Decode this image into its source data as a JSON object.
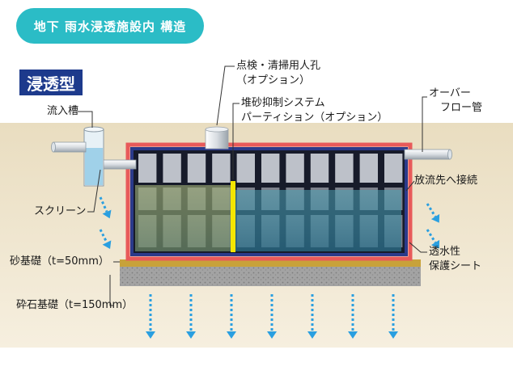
{
  "header": {
    "title": "地下 雨水浸透施設内 構造"
  },
  "badge": {
    "type_label": "浸透型"
  },
  "labels": {
    "inflow_tank": "流入槽",
    "inspection_hole_line1": "点検・清掃用人孔",
    "inspection_hole_line2": "（オプション）",
    "partition_line1": "堆砂抑制システム",
    "partition_line2": "パーティション（オプション）",
    "overflow_line1": "オーバー",
    "overflow_line2": "フロー管",
    "screen": "スクリーン",
    "discharge": "放流先へ接続",
    "sheet_line1": "透水性",
    "sheet_line2": "保護シート",
    "sand_base": "砂基礎（t=50mm）",
    "gravel_base": "砕石基礎（t=150mm）"
  },
  "colors": {
    "title_bg": "#2bbcc6",
    "badge_bg": "#1d3a8c",
    "soil": "#e8dcc0",
    "protective_sheet": "#e85a5a",
    "sand_layer": "#c8a23a",
    "gravel_layer": "#9a9a9a",
    "arrow": "#2a9fe0",
    "partition": "#f5e600"
  }
}
